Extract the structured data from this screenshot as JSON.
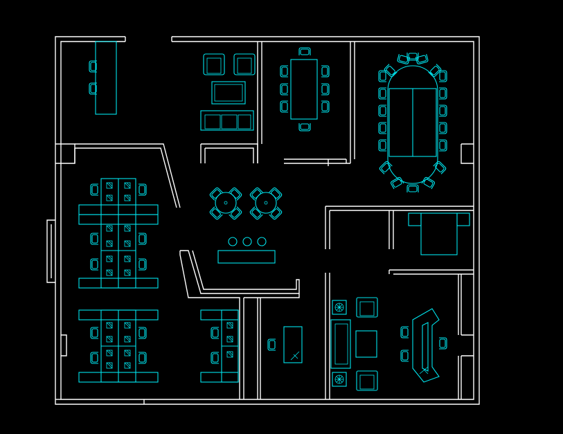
{
  "drawing": {
    "background_color": "#000000",
    "wall_color": "#ffffff",
    "furniture_color": "#00e5ee"
  },
  "rooms": [
    {
      "id": "reception-room",
      "icon": "reception-desk-icon"
    },
    {
      "id": "lounge-room",
      "icon": "sofa-icon"
    },
    {
      "id": "meeting-room",
      "icon": "meeting-table-icon"
    },
    {
      "id": "boardroom",
      "icon": "oval-conference-table-icon"
    },
    {
      "id": "open-office",
      "icon": "workstation-cluster-icon"
    },
    {
      "id": "break-area",
      "icon": "round-table-icon"
    },
    {
      "id": "storage-room",
      "icon": "cabinet-icon"
    },
    {
      "id": "small-office",
      "icon": "office-desk-icon"
    },
    {
      "id": "manager-office",
      "icon": "executive-desk-icon"
    },
    {
      "id": "waiting-lounge",
      "icon": "armchair-icon"
    }
  ]
}
